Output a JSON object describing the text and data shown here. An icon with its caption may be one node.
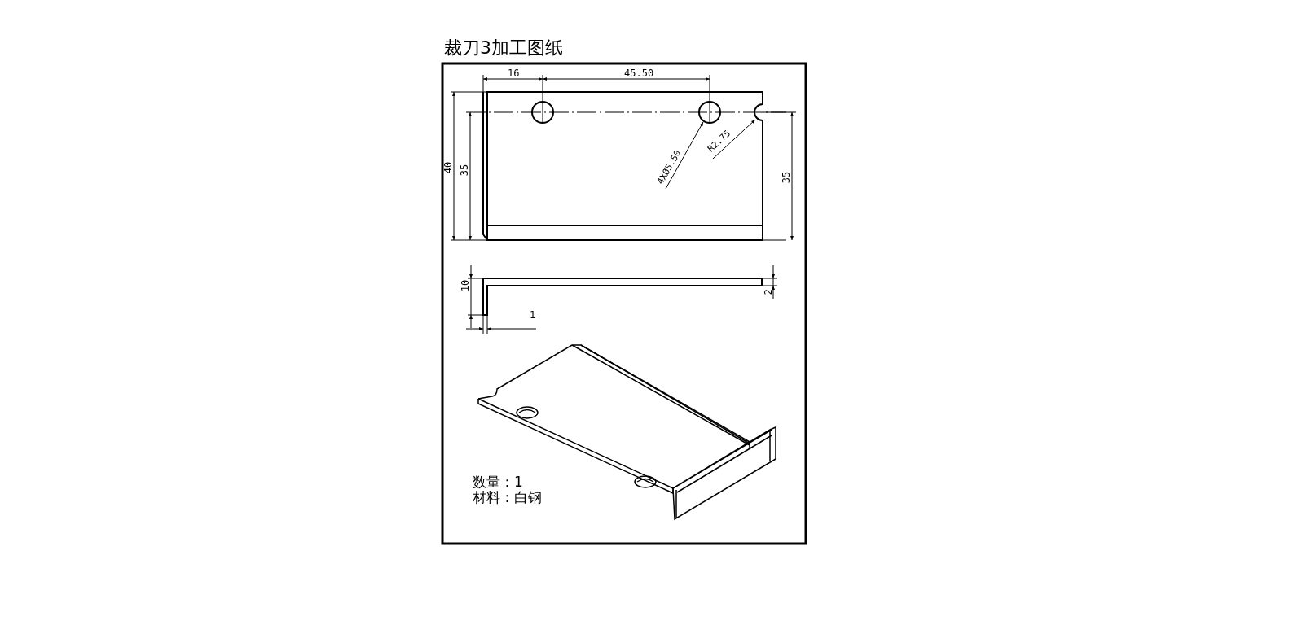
{
  "diagram": {
    "title": "裁刀3加工图纸",
    "nodes": [
      {
        "text": [
          "4XØ5.50"
        ]
      },
      {
        "text": [],
        "shape": "circle"
      },
      {
        "text": [
          "R2.75"
        ]
      }
    ],
    "edges": [
      {
        "from": 0,
        "to": 1,
        "arrow": "to"
      },
      {
        "from": 2,
        "to": null,
        "arrow": "to"
      }
    ],
    "labels": [
      "16",
      "45.50",
      "40",
      "35",
      "35",
      "10",
      "1",
      "2",
      "数量：1",
      "材料：白钢"
    ]
  }
}
